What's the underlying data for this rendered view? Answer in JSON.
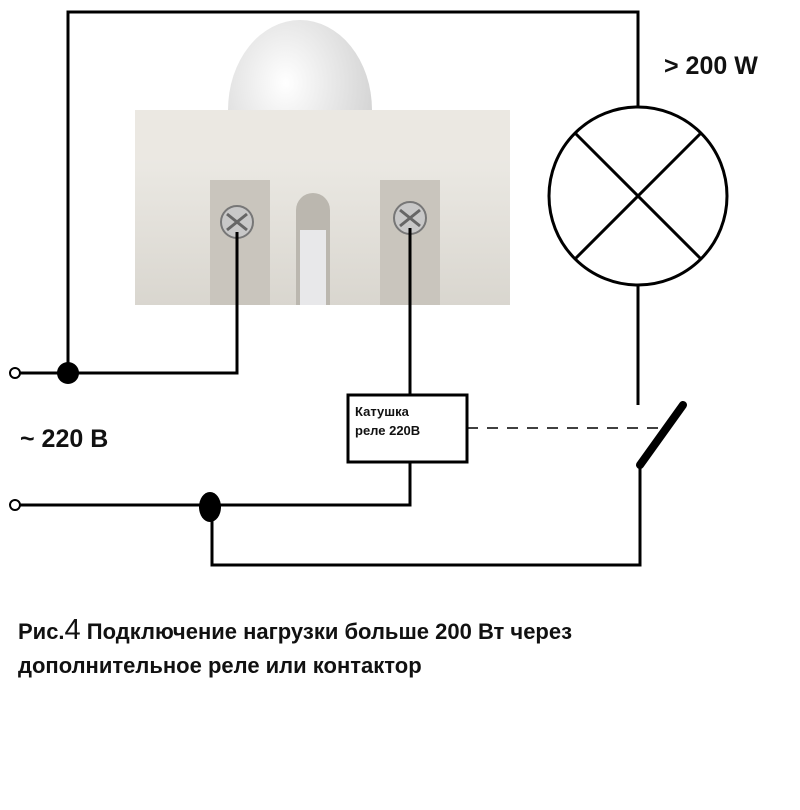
{
  "load_label": "> 200 W",
  "mains_label": "~ 220 B",
  "relay_coil": {
    "line1": "Катушка",
    "line2": "реле 220В"
  },
  "caption": {
    "prefix": "Рис.",
    "number": "4",
    "line1_rest": " Подключение нагрузки больше 200 Вт через",
    "line2": "дополнительное реле или контактор"
  },
  "colors": {
    "wire": "#000000",
    "sensor_body": "#e6e3dc",
    "dome": "#efefef"
  }
}
